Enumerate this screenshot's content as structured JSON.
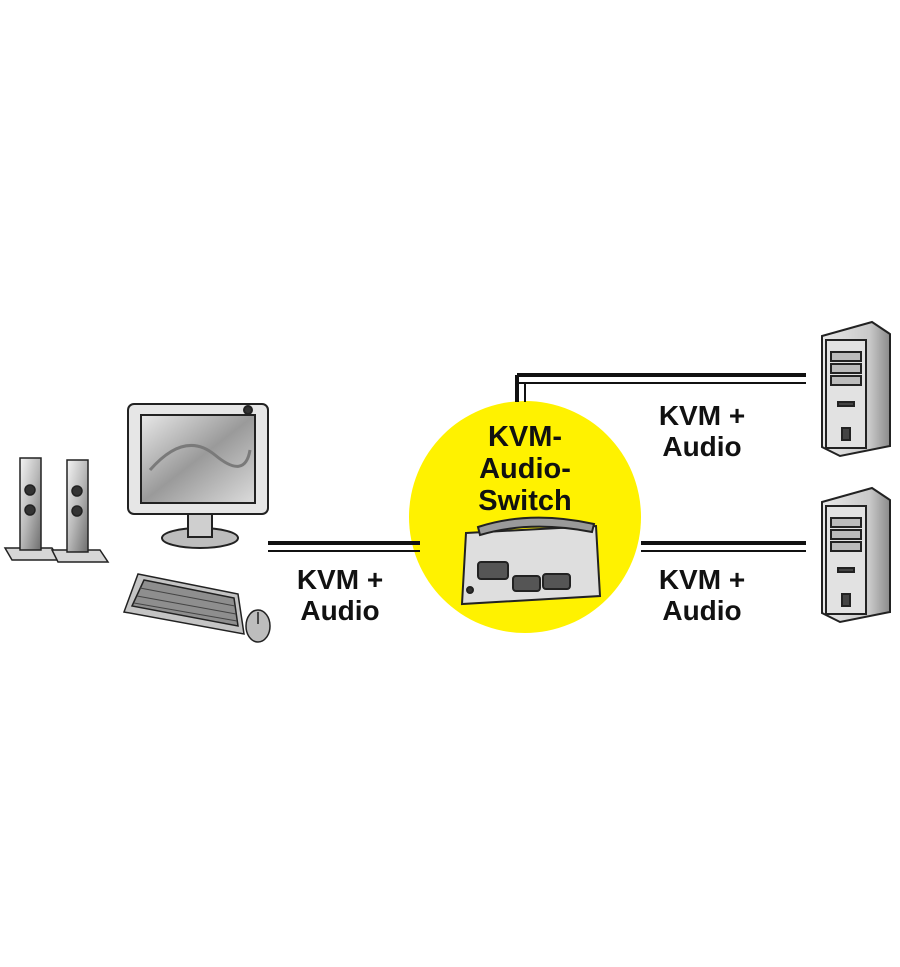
{
  "switch": {
    "title_lines": [
      "KVM-",
      "Audio-",
      "Switch"
    ],
    "circle_color": "#fff200"
  },
  "connections": [
    {
      "id": "console",
      "lines": [
        "KVM +",
        "Audio"
      ]
    },
    {
      "id": "pc-1",
      "lines": [
        "KVM +",
        "Audio"
      ]
    },
    {
      "id": "pc-2",
      "lines": [
        "KVM +",
        "Audio"
      ]
    }
  ],
  "devices": {
    "speakers": "speaker-icon",
    "monitor": "monitor-icon",
    "keyboard": "keyboard-icon",
    "mouse": "mouse-icon",
    "kvm_box": "kvm-switch-icon",
    "computers": [
      "tower-pc-icon",
      "tower-pc-icon"
    ]
  }
}
